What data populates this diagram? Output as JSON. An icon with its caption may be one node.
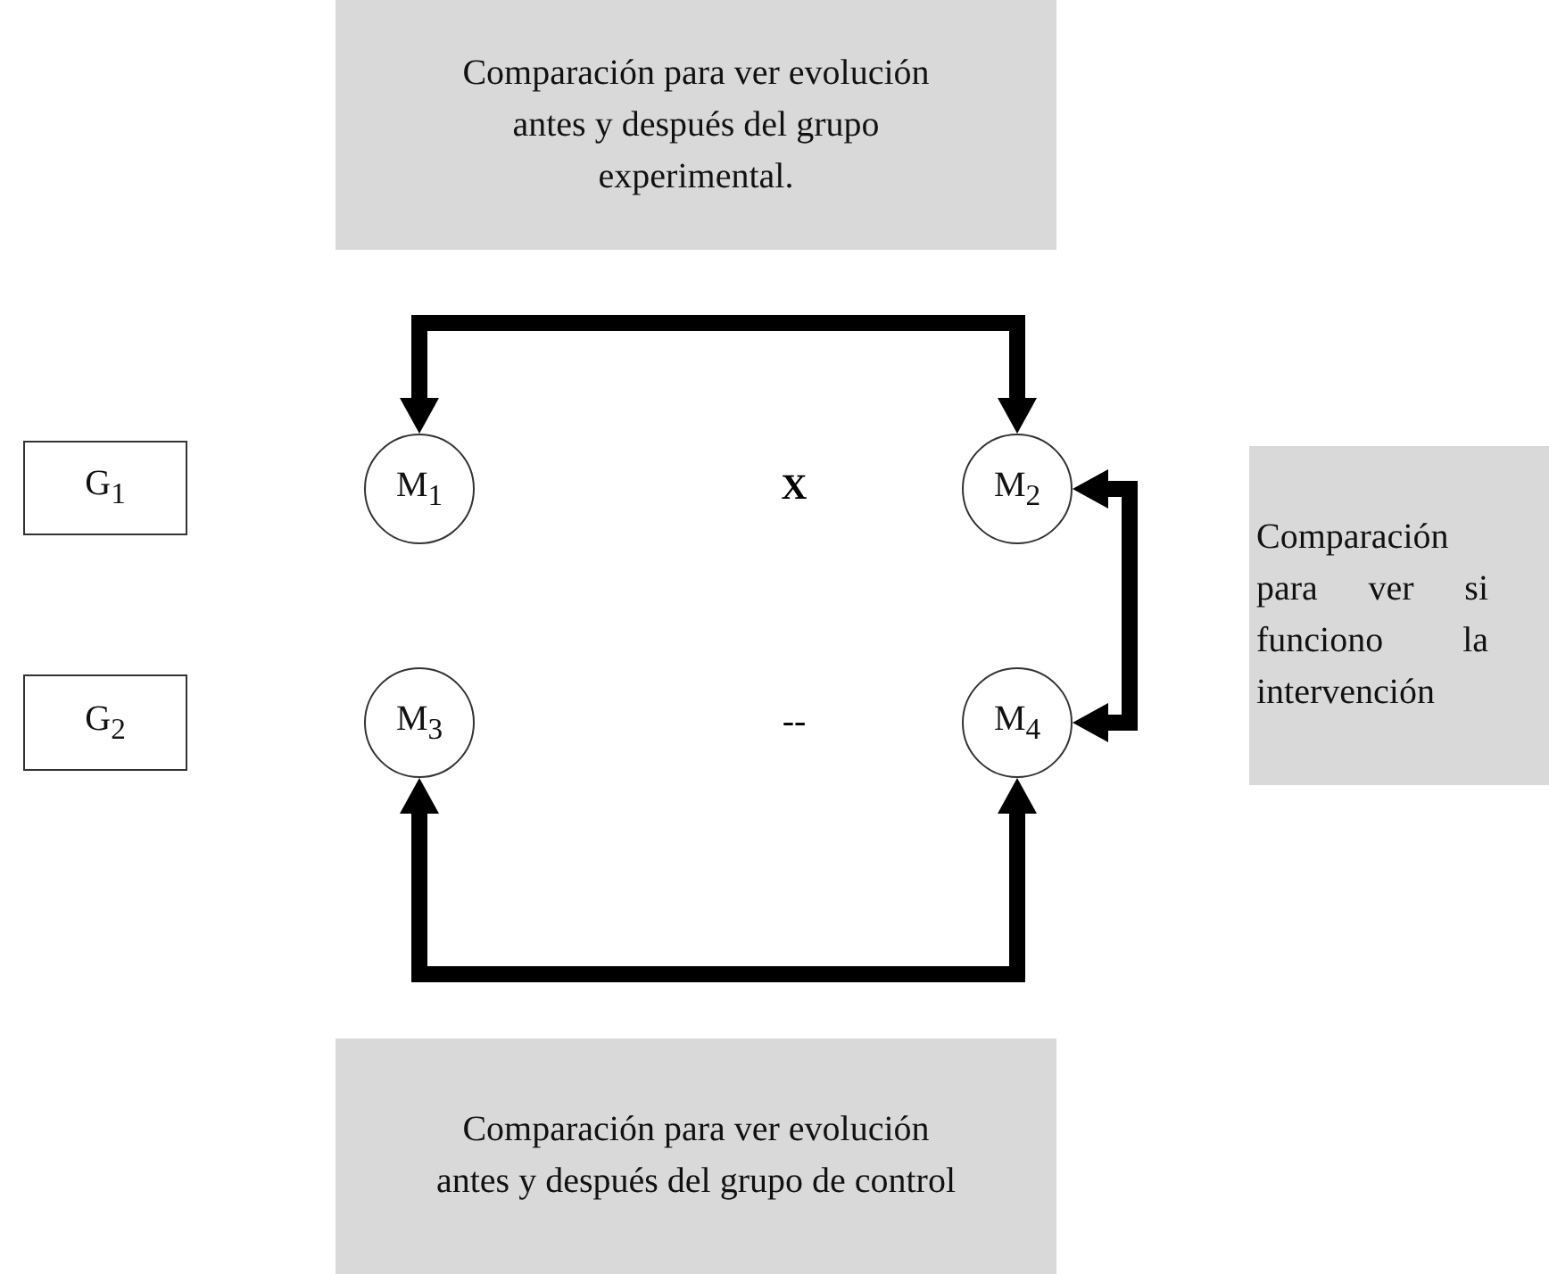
{
  "diagram": {
    "nodes": [
      {
        "text": [
          "Comparación para ver evolución antes y después del grupo experimental."
        ]
      },
      {
        "text": [
          "G$_{1}$"
        ]
      },
      {
        "text": [
          "M$_{1}$"
        ]
      },
      {
        "text": [
          "M$_{2}$"
        ]
      },
      {
        "text": [
          "Comparación para ver si funciono la intervención"
        ]
      },
      {
        "text": [
          "G$_{2}$"
        ]
      },
      {
        "text": [
          "M$_{3}$"
        ]
      },
      {
        "text": [
          "M$_{4}$"
        ]
      },
      {
        "text": [
          "Comparación para ver evolución antes y después del grupo de control"
        ]
      }
    ],
    "edges": [
      {
        "from": 2,
        "to": 3,
        "arrow": "both"
      },
      {
        "from": 3,
        "to": 7,
        "arrow": "both"
      },
      {
        "from": 6,
        "to": 7,
        "arrow": "both"
      }
    ],
    "labels": [
      "X",
      "--"
    ]
  }
}
